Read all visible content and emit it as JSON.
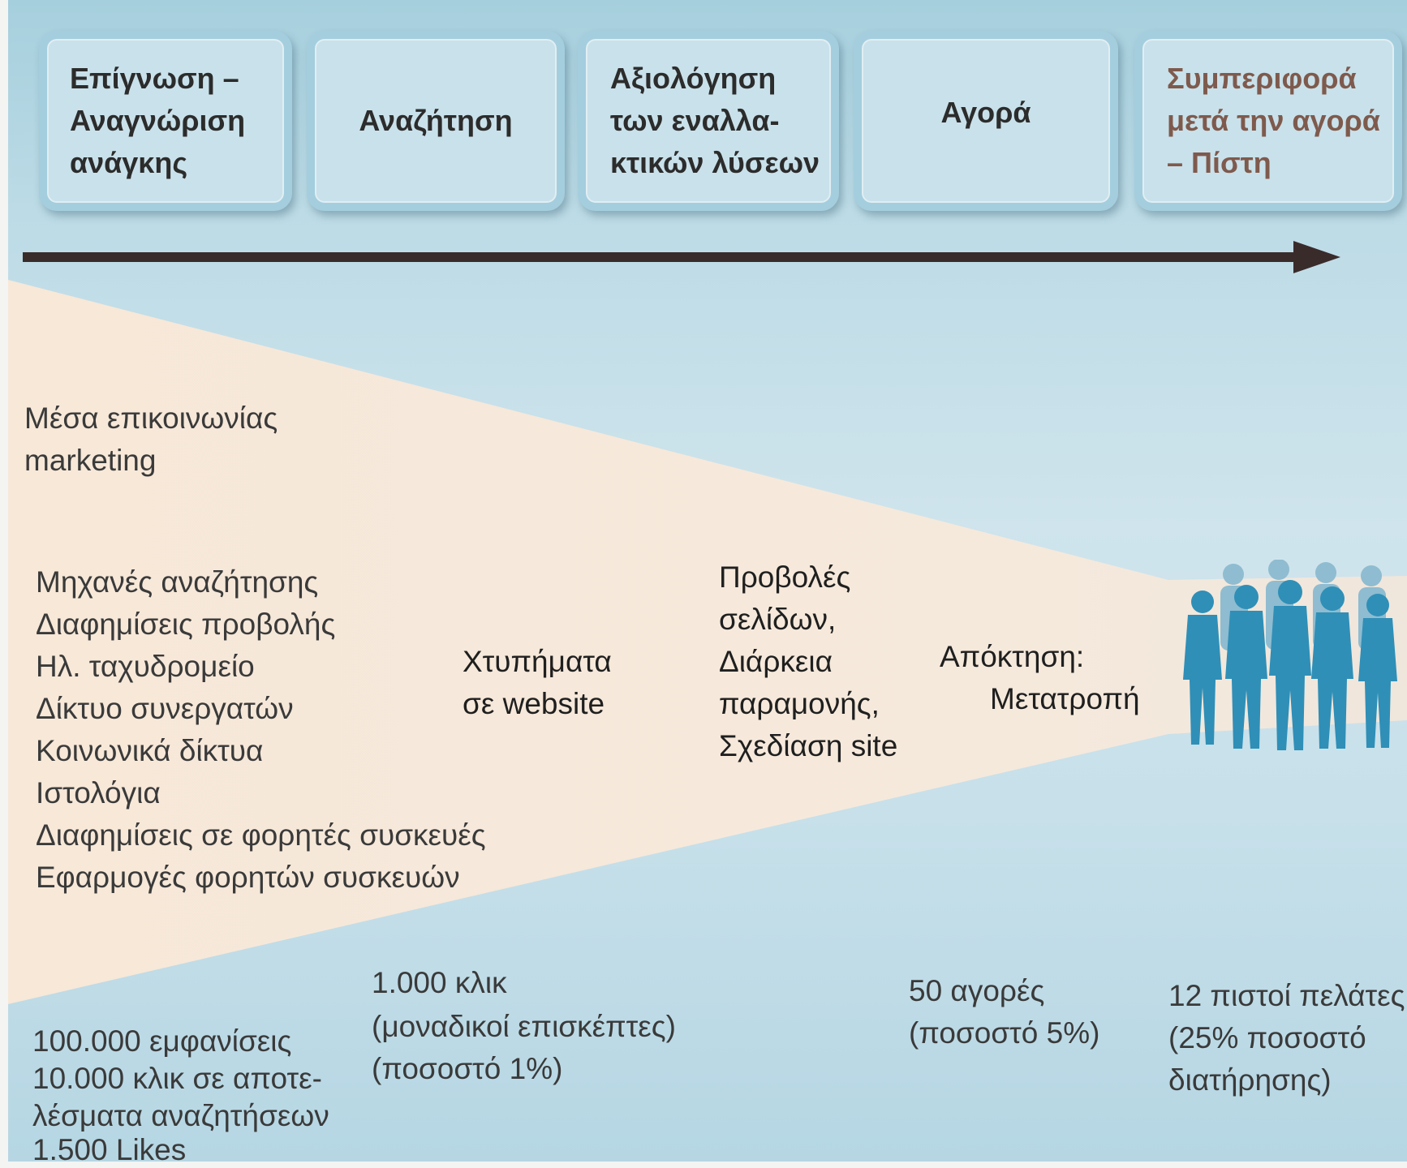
{
  "stages": [
    {
      "label": "Επίγνωση –\nΑναγνώριση\nανάγκης"
    },
    {
      "label": "Αναζήτηση"
    },
    {
      "label": "Αξιολόγηση\nτων εναλλα-\nκτικών λύσεων"
    },
    {
      "label": "Αγορά"
    },
    {
      "label": "Συμπεριφορά\nμετά την αγορά\n– Πίστη"
    }
  ],
  "funnel_labels": {
    "media_title": [
      "Μέσα επικοινωνίας",
      "marketing"
    ],
    "channels": [
      "Μηχανές αναζήτησης",
      "Διαφημίσεις προβολής",
      "Ηλ. ταχυδρομείο",
      "Δίκτυο συνεργατών",
      "Κοινωνικά δίκτυα",
      "Ιστολόγια",
      "Διαφημίσεις σε φορητές συσκευές",
      "Εφαρμογές φορητών συσκευών"
    ],
    "search_metric": [
      "Χτυπήματα",
      "σε website"
    ],
    "evaluation_metric": [
      "Προβολές",
      "σελίδων,",
      "Διάρκεια",
      "παραμονής,",
      "Σχεδίαση site"
    ],
    "purchase_metric": [
      "Απόκτηση:",
      "Μετατροπή"
    ]
  },
  "bottom_stats": [
    [
      "100.000 εμφανίσεις",
      "10.000 κλικ σε αποτε-",
      "λέσματα αναζητήσεων",
      "1.500 Likes"
    ],
    [
      "1.000 κλικ",
      "(μοναδικοί επισκέπτες)",
      "(ποσοστό 1%)"
    ],
    [
      "50 αγορές",
      "(ποσοστό 5%)"
    ],
    [
      "12 πιστοί πελάτες",
      "(25% ποσοστό",
      "διατήρησης)"
    ]
  ],
  "colors": {
    "background": "#c6dfe9",
    "funnel": "#f6e7d6",
    "arrow": "#3a2b2b",
    "people": "#2f8fb7",
    "last_stage_text": "#7e5a4d"
  },
  "icons": [
    "timeline-arrow",
    "people-group-icon"
  ]
}
